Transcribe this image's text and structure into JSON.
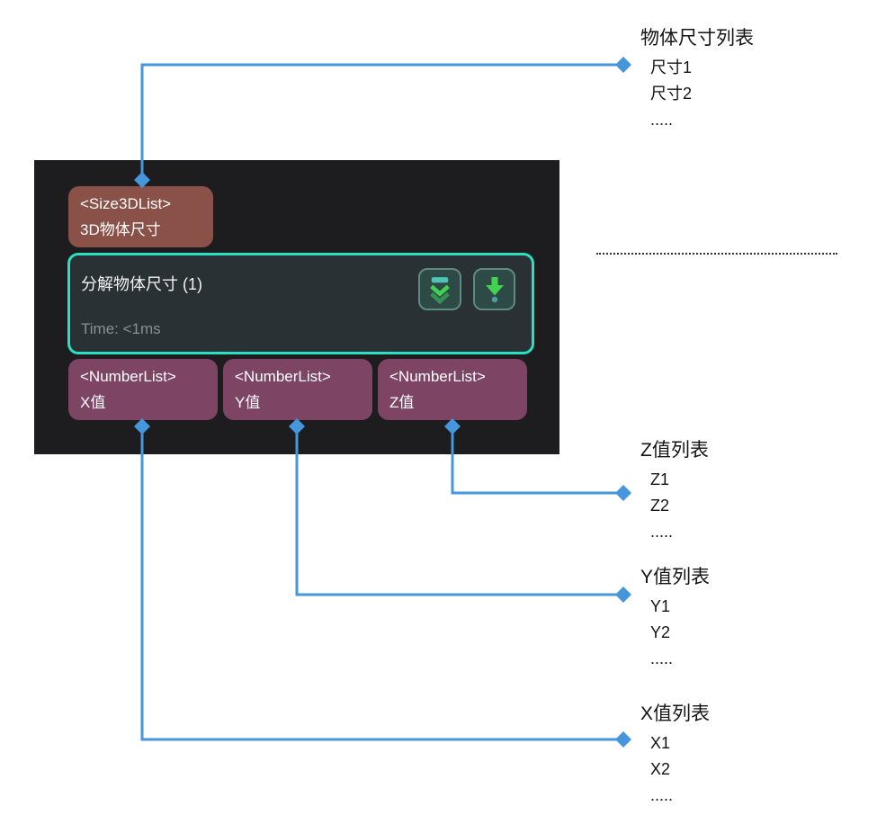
{
  "node": {
    "input_port": {
      "type_label": "<Size3DList>",
      "name_label": "3D物体尺寸"
    },
    "title": "分解物体尺寸 (1)",
    "time_label": "Time: <1ms",
    "buttons": [
      {
        "name": "collapse-outputs",
        "icon": "double-chevron-down-icon"
      },
      {
        "name": "run-step",
        "icon": "down-arrow-dot-icon"
      }
    ],
    "output_ports": [
      {
        "type_label": "<NumberList>",
        "name_label": "X值"
      },
      {
        "type_label": "<NumberList>",
        "name_label": "Y值"
      },
      {
        "type_label": "<NumberList>",
        "name_label": "Z值"
      }
    ]
  },
  "annotations": {
    "size_list": {
      "title": "物体尺寸列表",
      "items": [
        "尺寸1",
        "尺寸2",
        "....."
      ]
    },
    "z_list": {
      "title": "Z值列表",
      "items": [
        "Z1",
        "Z2",
        "....."
      ]
    },
    "y_list": {
      "title": "Y值列表",
      "items": [
        "Y1",
        "Y2",
        "....."
      ]
    },
    "x_list": {
      "title": "X值列表",
      "items": [
        "X1",
        "X2",
        "....."
      ]
    }
  },
  "colors": {
    "canvas_bg": "#ffffff",
    "node_bg": "#1d1d1f",
    "node_body_bg": "#2a3134",
    "node_border": "#2be0c1",
    "input_port_bg": "#8a5148",
    "output_port_bg": "#7e4464",
    "port_text": "#ffffff",
    "title_text": "#f2f2f2",
    "time_text": "#8a9094",
    "connector": "#4596da",
    "annotation_text": "#141414",
    "button_bg": "#2e4a47",
    "button_border": "#5e8a84",
    "icon_green": "#41d24f",
    "icon_green_dim": "#3aa455",
    "icon_teal": "#4fc3b4",
    "icon_dot": "#4b9f9a",
    "divider": "#333333"
  }
}
